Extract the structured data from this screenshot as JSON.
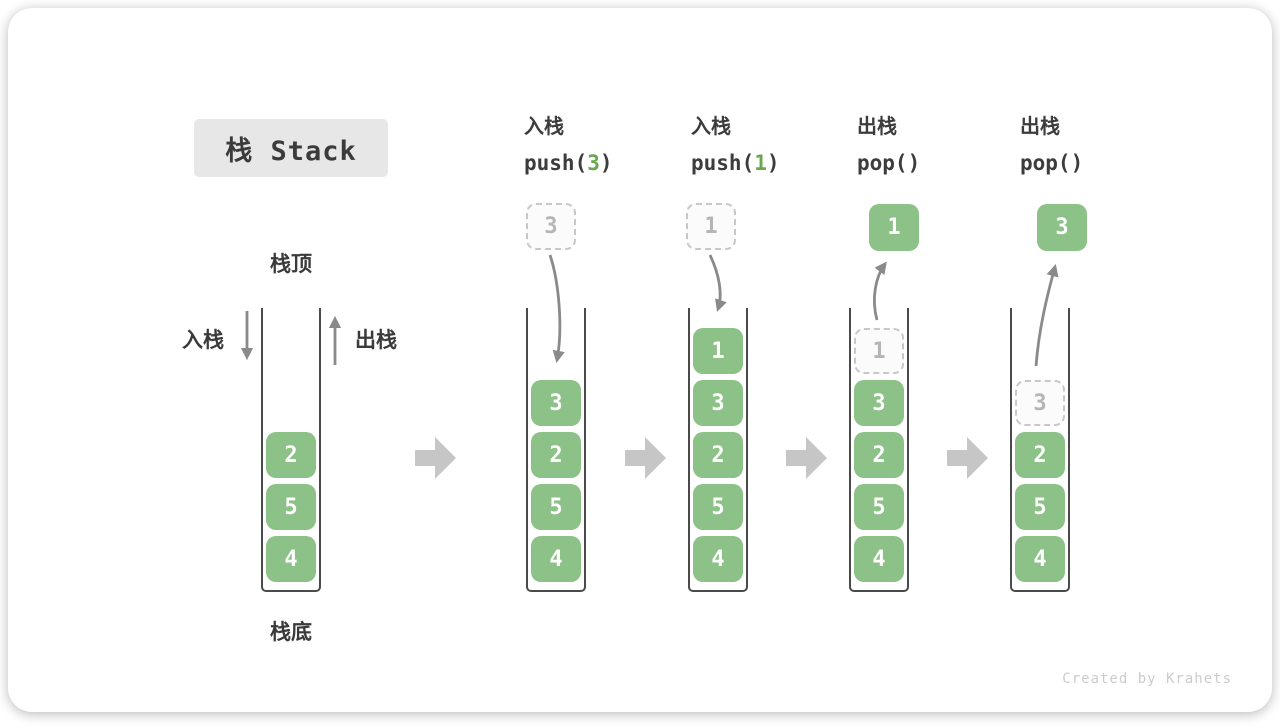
{
  "title": "栈 Stack",
  "watermark": "Created by Krahets",
  "labels": {
    "stack_top": "栈顶",
    "stack_bottom": "栈底",
    "push_side": "入栈",
    "pop_side": "出栈"
  },
  "operations": [
    {
      "label": "入栈",
      "fn": "push(",
      "arg": "3",
      "close": ")"
    },
    {
      "label": "入栈",
      "fn": "push(",
      "arg": "1",
      "close": ")"
    },
    {
      "label": "出栈",
      "fn": "pop(",
      "arg": "",
      "close": ")"
    },
    {
      "label": "出栈",
      "fn": "pop(",
      "arg": "",
      "close": ")"
    }
  ],
  "stacks": [
    {
      "slots": [
        "2",
        "5",
        "4"
      ]
    },
    {
      "floating": "3",
      "slots": [
        "3",
        "2",
        "5",
        "4"
      ]
    },
    {
      "floating": "1",
      "slots": [
        "1",
        "3",
        "2",
        "5",
        "4"
      ]
    },
    {
      "floating": "1",
      "slots": [
        "1",
        "3",
        "2",
        "5",
        "4"
      ]
    },
    {
      "floating": "3",
      "slots": [
        "3",
        "2",
        "5",
        "4"
      ]
    }
  ],
  "colors": {
    "item_green": "#8cc187",
    "code_arg_green": "#6aa84f",
    "curve_arrow_gray": "#8a8a8a",
    "flow_arrow_gray": "#c6c6c6",
    "title_bg": "#e7e7e7",
    "text_dark": "#3c3c3c",
    "ghost_border": "#c8c8c8",
    "ghost_text": "#b5b5b5"
  }
}
